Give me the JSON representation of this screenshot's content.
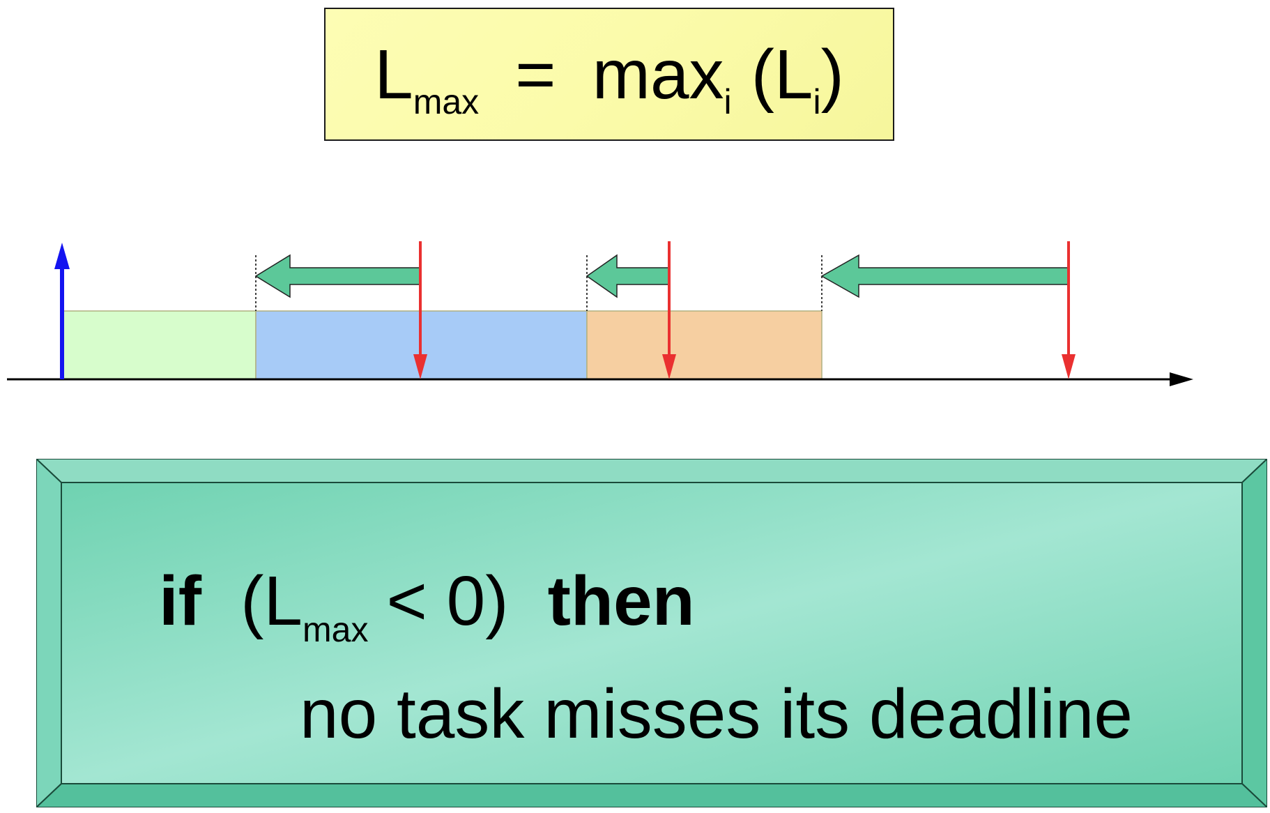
{
  "formula": {
    "L": "L",
    "max_sub": "max",
    "equals": "=",
    "max": "max",
    "i_sub": "i",
    "open": "(L",
    "i_sub2": "i",
    "close": ")"
  },
  "condition": {
    "if_kw": "if",
    "open": "(L",
    "max_sub": "max",
    "rest": "< 0)",
    "then_kw": "then",
    "conclusion": "no task misses its deadline"
  },
  "colors": {
    "formula_bg": "#fbfbaa",
    "task1": "#d7fdcc",
    "task2": "#a7cbf7",
    "task3": "#f6cfa1",
    "lateness_arrow": "#5cc899",
    "deadline_arrow": "#ea3030",
    "release_arrow": "#1414f0",
    "box_bg": "#7fd9be"
  },
  "icons": {
    "release": "blue-up-arrow",
    "deadline": "red-down-arrow",
    "lateness": "green-left-arrow"
  }
}
